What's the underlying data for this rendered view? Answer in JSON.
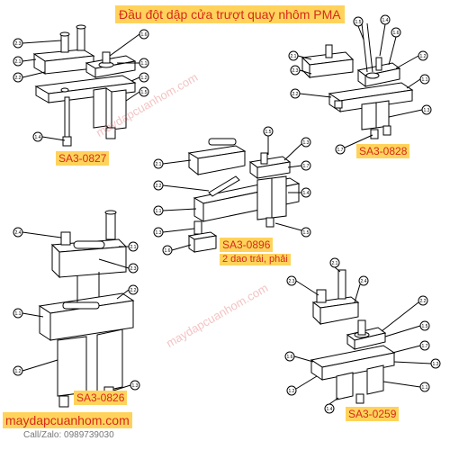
{
  "title": "Đầu đột dập cửa trượt quay nhôm PMA",
  "products": [
    {
      "code": "SA3-0827"
    },
    {
      "code": "SA3-0828"
    },
    {
      "code": "SA3-0896",
      "note": "2 dao trái, phải"
    },
    {
      "code": "SA3-0826"
    },
    {
      "code": "SA3-0259"
    }
  ],
  "watermarks": [
    "maydapcuanhom.com",
    "maydapcuanhom.com"
  ],
  "footer": {
    "website": "maydapcuanhom.com",
    "call": "Call/Zalo: 0989739030"
  },
  "drawing_labels": {
    "sa3_0827": [
      "2.3",
      "2.1",
      "2.2",
      "1.6",
      "1.1",
      "1.2",
      "1.5",
      "1.4",
      "1.3"
    ],
    "sa3_0828": [
      "2.1",
      "2.3",
      "2.2",
      "1.5",
      "1.4",
      "1.6",
      "1.2",
      "1.1",
      "1.3",
      "1.7"
    ],
    "sa3_0896": [
      "2.1",
      "2.2",
      "1.1",
      "1.3",
      "1.6",
      "1.5",
      "1.3",
      "1.7",
      "1.4",
      "1.5"
    ],
    "sa3_0826": [
      "2.4",
      "2.1",
      "2.3",
      "2.2",
      "1.1",
      "1.2",
      "1.3"
    ],
    "sa3_0259": [
      "2.3",
      "2.1",
      "2.4",
      "2.2",
      "1.5",
      "1.7",
      "1.3",
      "1.1",
      "1.6",
      "1.2",
      "1.4"
    ]
  },
  "colors": {
    "label_bg": "#ffd35b",
    "label_text": "#d62a1b",
    "line": "#000000"
  }
}
